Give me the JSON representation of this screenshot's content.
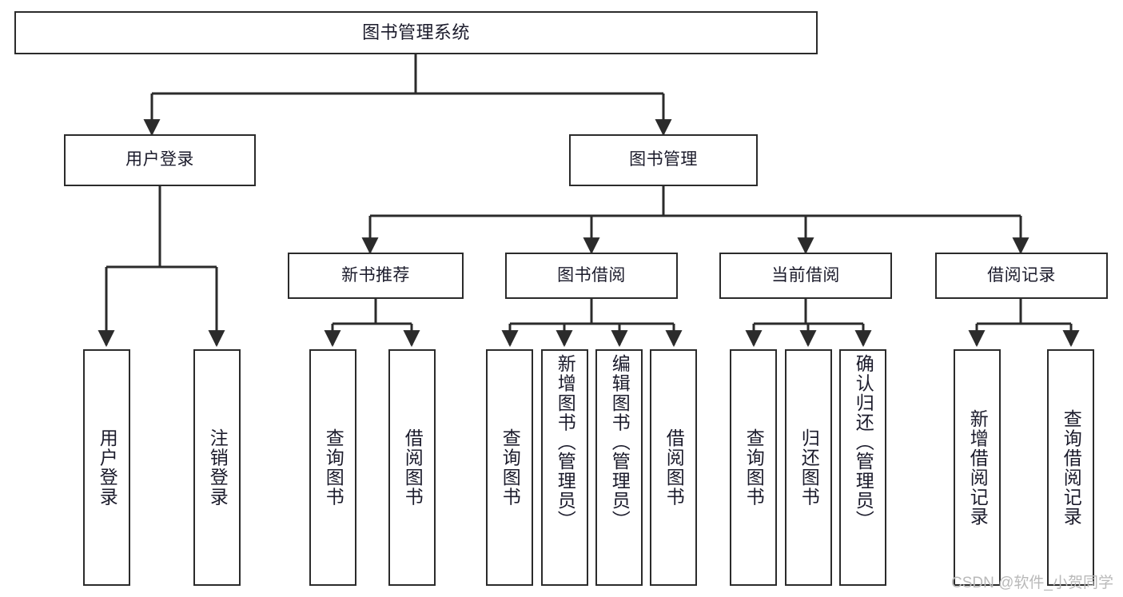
{
  "diagram": {
    "title": "图书管理系统",
    "type": "tree-hierarchy-diagram",
    "colors": {
      "stroke": "#2b2b2b",
      "fill": "#ffffff",
      "text": "#1b1b2b",
      "watermark": "#b9b9b9"
    },
    "root": {
      "label": "图书管理系统"
    },
    "level2": [
      {
        "label": "用户登录"
      },
      {
        "label": "图书管理"
      }
    ],
    "level3": [
      {
        "label": "新书推荐"
      },
      {
        "label": "图书借阅"
      },
      {
        "label": "当前借阅"
      },
      {
        "label": "借阅记录"
      }
    ],
    "leaves": {
      "user_login": [
        {
          "label": "用户登录"
        },
        {
          "label": "注销登录"
        }
      ],
      "new_book_recommend": [
        {
          "label": "查询图书"
        },
        {
          "label": "借阅图书"
        }
      ],
      "book_borrow": [
        {
          "label": "查询图书"
        },
        {
          "label": "新增图书（管理员）"
        },
        {
          "label": "编辑图书（管理员）"
        },
        {
          "label": "借阅图书"
        }
      ],
      "current_borrow": [
        {
          "label": "查询图书"
        },
        {
          "label": "归还图书"
        },
        {
          "label": "确认归还（管理员）"
        }
      ],
      "borrow_record": [
        {
          "label": "新增借阅记录"
        },
        {
          "label": "查询借阅记录"
        }
      ]
    },
    "watermark": "CSDN @软件_小贺同学"
  }
}
